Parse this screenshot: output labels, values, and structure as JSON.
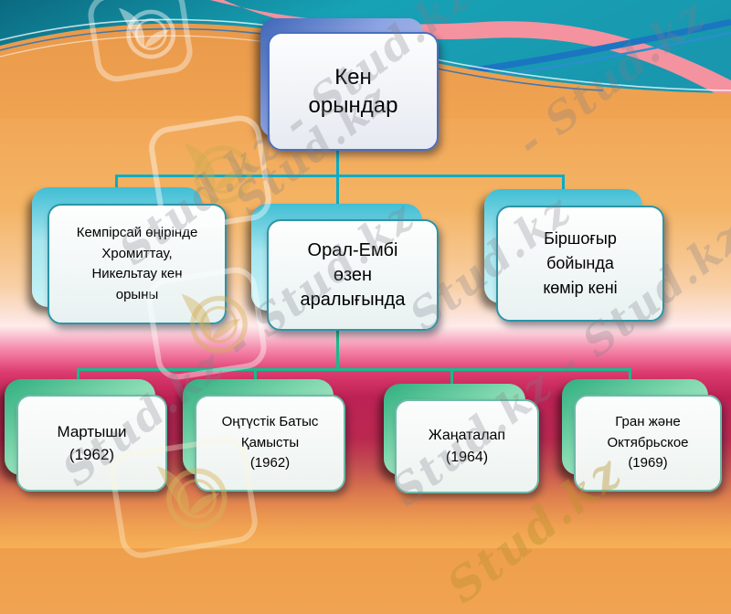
{
  "org_chart": {
    "root": {
      "label": "Кен орындар",
      "lines": [
        "Кен",
        "орындар"
      ]
    },
    "level2": [
      {
        "label": "Кемпірсай өңірінде Хромиттау, Никельтау кен орыны",
        "lines": [
          "Кемпірсай өңірінде",
          "Хромиттау,",
          "Никельтау кен",
          "орыны"
        ]
      },
      {
        "label": "Орал-Ембі өзен аралығында",
        "lines": [
          "Орал-Ембі",
          "өзен",
          "аралығында"
        ]
      },
      {
        "label": "Біршоғыр бойында көмір кені",
        "lines": [
          "Біршоғыр",
          "бойында",
          "көмір кені"
        ]
      }
    ],
    "level3": [
      {
        "label": "Мартыши (1962)",
        "lines": [
          "Мартыши",
          "(1962)"
        ]
      },
      {
        "label": "Оңтүстік Батыс Қамысты (1962)",
        "lines": [
          "Оңтүстік Батыс",
          "Қамысты",
          "(1962)"
        ]
      },
      {
        "label": "Жаңаталап (1964)",
        "lines": [
          "Жаңаталап",
          "(1964)"
        ]
      },
      {
        "label": "Гран және Октябрьское (1969)",
        "lines": [
          "Гран және",
          "Октябрьское",
          "(1969)"
        ]
      }
    ]
  },
  "watermarks": {
    "brand": "Stud.kz",
    "band": "Stud.kz - Stud.kz",
    "corner": "- Stud.kz"
  },
  "colors": {
    "connector_top": "#09adc6",
    "connector_bottom": "#15bd8d",
    "root_shadow_blue": "#8ea4e2",
    "level2_shadow_cyan": "#a6e6ef",
    "level3_shadow_green": "#84dab1",
    "box_border_blue": "#4a6fc0",
    "box_border_teal": "#2a96a6",
    "box_border_green": "#6ebaa7",
    "bg_orange": "#f0a452",
    "bg_magenta": "#bd2255",
    "bg_teal_band": "#17a2b6"
  }
}
